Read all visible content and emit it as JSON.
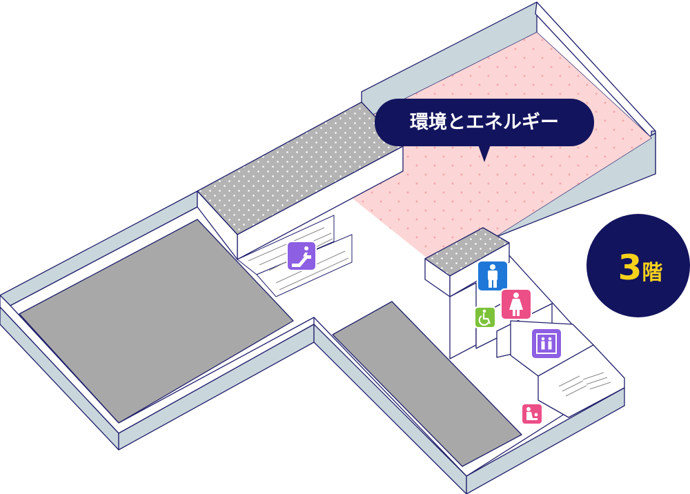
{
  "map": {
    "zone_label": "環境とエネルギー",
    "floor_number": "3",
    "floor_suffix": "階"
  },
  "colors": {
    "outline": "#1f1e6b",
    "wall_face": "#c9d6dc",
    "wall_top": "#ffffff",
    "floor": "#ffffff",
    "gray_area": "#a8a8a8",
    "dotted_block": "#b4b4b4",
    "exhibit_zone": "#fcd6d6",
    "callout_bg": "#13145e",
    "badge_bg": "#13145e",
    "badge_text": "#f6d21b",
    "icon_escalator": "#8d5fe3",
    "icon_mens": "#1f78d8",
    "icon_womens": "#ec4e86",
    "icon_accessible": "#7cc23a",
    "icon_elevator": "#8d5fe3",
    "icon_baby": "#ec4e86"
  },
  "icons": [
    "escalator-icon",
    "mens-restroom-icon",
    "womens-restroom-icon",
    "accessible-restroom-icon",
    "elevator-icon",
    "baby-care-icon"
  ]
}
